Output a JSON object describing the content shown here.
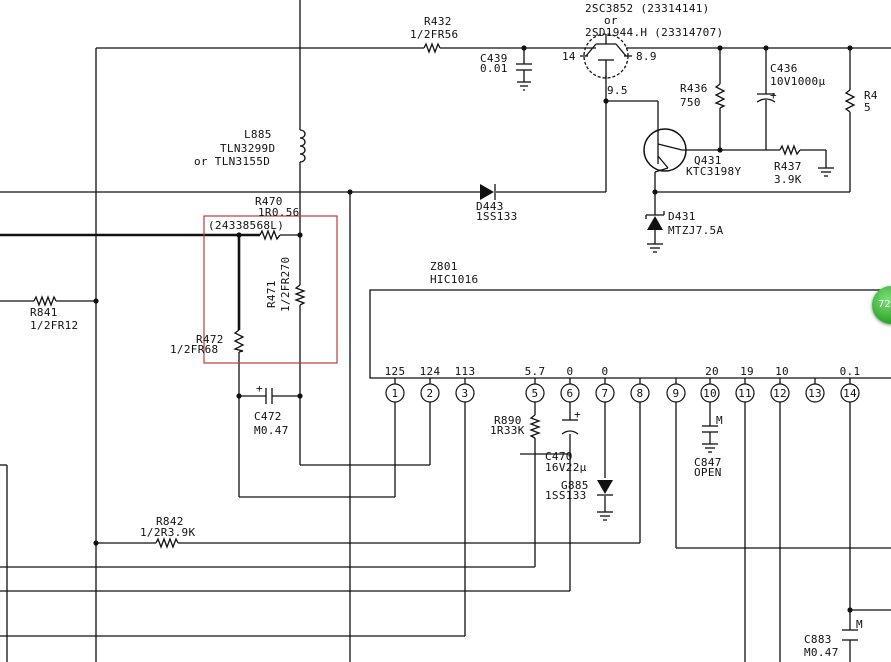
{
  "components": {
    "q_upper_line1": "2SC3852 (23314141)",
    "q_upper_line2": "or",
    "q_upper_line3": "2SD1944.H (23314707)",
    "q_upper_pin14": "14",
    "q_upper_v1": "8.9",
    "q_upper_v2": "9.5",
    "r432_name": "R432",
    "r432_val": "1/2FR56",
    "c439_name": "C439",
    "c439_val": "0.01",
    "c436_name": "C436",
    "c436_val": "10V1000µ",
    "r436_name": "R436",
    "r436_val": "750",
    "r_cut_name": "R4",
    "r_cut_val": "5",
    "q431_name": "Q431",
    "q431_val": "KTC3198Y",
    "r437_name": "R437",
    "r437_val": "3.9K",
    "l885_name": "L885",
    "l885_val1": "TLN3299D",
    "l885_val2": "or TLN3155D",
    "r470_name": "R470",
    "r470_val": "1R0.56",
    "r470_code": "(24338568L)",
    "d443_name": "D443",
    "d443_val": "1SS133",
    "d431_name": "D431",
    "d431_val": "MTZJ7.5A",
    "r471_name": "R471",
    "r471_val": "1/2FR270",
    "r472_name": "R472",
    "r472_val": "1/2FR68",
    "r841_name": "R841",
    "r841_val": "1/2FR12",
    "c472_name": "C472",
    "c472_val": "M0.47",
    "z801_name": "Z801",
    "z801_val": "HIC1016",
    "r890_name": "R890",
    "r890_val": "1R33K",
    "c470_name": "C470",
    "c470_val": "16V22µ",
    "g885_name": "G885",
    "g885_val": "1SS133",
    "c847_name": "C847",
    "c847_val": "OPEN",
    "r842_name": "R842",
    "r842_val": "1/2R3.9K",
    "c883_name": "C883",
    "c883_val": "M0.47"
  },
  "pins": [
    {
      "num": "1",
      "volt": "125"
    },
    {
      "num": "2",
      "volt": "124"
    },
    {
      "num": "3",
      "volt": "113"
    },
    {
      "num": "5",
      "volt": "5.7"
    },
    {
      "num": "6",
      "volt": "0"
    },
    {
      "num": "7",
      "volt": "0"
    },
    {
      "num": "8",
      "volt": ""
    },
    {
      "num": "9",
      "volt": ""
    },
    {
      "num": "10",
      "volt": "20"
    },
    {
      "num": "11",
      "volt": "19"
    },
    {
      "num": "12",
      "volt": "10"
    },
    {
      "num": "13",
      "volt": ""
    },
    {
      "num": "14",
      "volt": "0.1"
    }
  ],
  "misc": {
    "cap_plus": "+",
    "cap_m": "M",
    "zoom_badge": "72"
  },
  "colors": {
    "highlight_box": "#c0393b",
    "wire": "#111111",
    "badge": "#2ea32a"
  }
}
